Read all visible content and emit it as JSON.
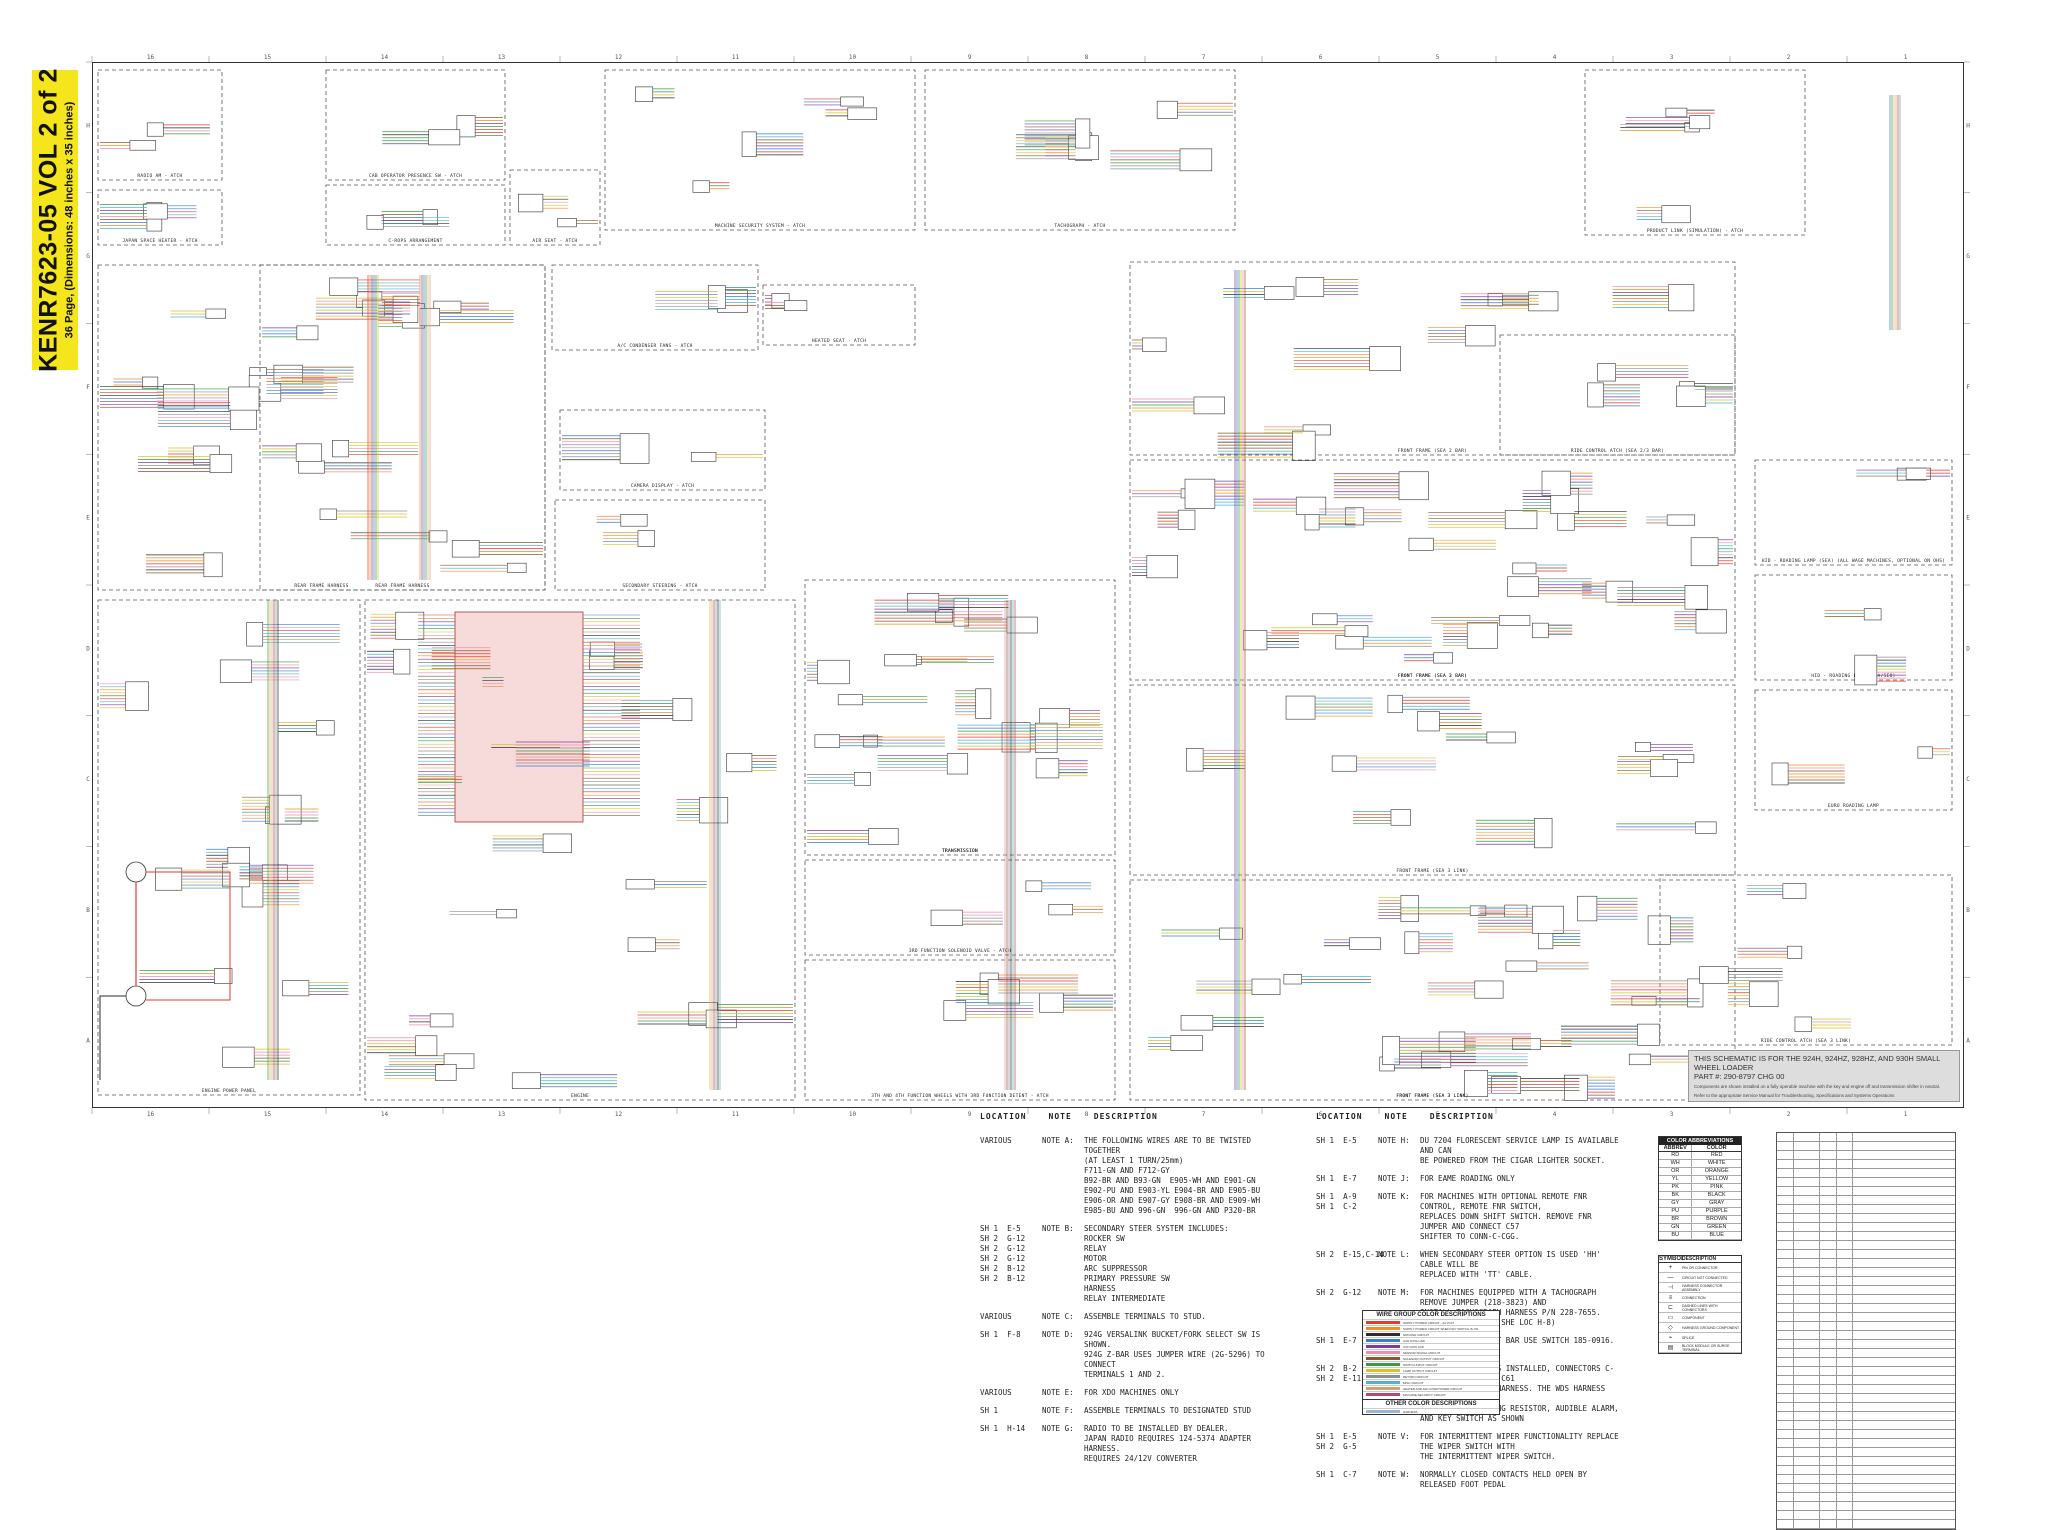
{
  "document": {
    "id": "KENR7623-05 VOL 2 of 2",
    "subtitle": "36 Page, (Dimensions: 48 inches x 35 inches)"
  },
  "ruler": {
    "columns": [
      "16",
      "15",
      "14",
      "13",
      "12",
      "11",
      "10",
      "9",
      "8",
      "7",
      "6",
      "5",
      "4",
      "3",
      "2",
      "1"
    ],
    "rows": [
      "H",
      "G",
      "F",
      "E",
      "D",
      "C",
      "B",
      "A"
    ]
  },
  "blocks": [
    {
      "name": "radio-block",
      "title": "RADIO AM - ATCH"
    },
    {
      "name": "japan-heater",
      "title": "JAPAN SPACE HEATER - ATCH"
    },
    {
      "name": "cab-operator",
      "title": "CAB OPERATOR PRESENCE SW - ATCH"
    },
    {
      "name": "rops",
      "title": "C-ROPS ARRANGEMENT"
    },
    {
      "name": "air-seat",
      "title": "AIR SEAT - ATCH"
    },
    {
      "name": "machine-security",
      "title": "MACHINE SECURITY SYSTEM - ATCH"
    },
    {
      "name": "tachograph",
      "title": "TACHOGRAPH - ATCH"
    },
    {
      "name": "product-link",
      "title": "PRODUCT LINK (SIMULATION) - ATCH"
    },
    {
      "name": "rear-frame-top",
      "title": "REAR FRAME HARNESS"
    },
    {
      "name": "heated-seat",
      "title": "HEATED SEAT - ATCH"
    },
    {
      "name": "ac-condenser",
      "title": "A/C CONDENSER FANS - ATCH"
    },
    {
      "name": "camera",
      "title": "CAMERA DISPLAY - ATCH"
    },
    {
      "name": "secondary-steering",
      "title": "SECONDARY STEERING - ATCH"
    },
    {
      "name": "rear-frame-bottom",
      "title": "REAR FRAME HARNESS"
    },
    {
      "name": "front-frame-1",
      "title": "FRONT FRAME (SEA 2 BAR)"
    },
    {
      "name": "ride-control-1",
      "title": "RIDE CONTROL ATCH (SEA 2/3 BAR)"
    },
    {
      "name": "front-frame-2",
      "title": "FRONT FRAME (SEA 2 BAR)"
    },
    {
      "name": "front-frame-3",
      "title": "FRONT FRAME (SEA 3 BAR)"
    },
    {
      "name": "hid-roading",
      "title": "HID - ROADING LAMP (SEA) (ALL WAGE MACHINES, OPTIONAL ON OHS)"
    },
    {
      "name": "front-frame-4",
      "title": "FRONT FRAME (SEA 3 LINK)"
    },
    {
      "name": "hid-roading-2",
      "title": "HID - ROADING LAMP (SEA/SEO)"
    },
    {
      "name": "euro-roading",
      "title": "EURO ROADING LAMP"
    },
    {
      "name": "front-frame-5",
      "title": "FRONT FRAME (SEA 3 LINK)"
    },
    {
      "name": "front-frame-6",
      "title": "FRONT FRAME (SEA 3 LINK)"
    },
    {
      "name": "ride-control-2",
      "title": "RIDE CONTROL ATCH (SEA 3 LINK)"
    },
    {
      "name": "transmission-1",
      "title": "TRANSMISSION"
    },
    {
      "name": "transmission-2",
      "title": "TRANSMISSION"
    },
    {
      "name": "third-function",
      "title": "3RD FUNCTION SOLENOID VALVE - ATCH"
    },
    {
      "name": "third-fourth",
      "title": "3TH AND 4TH FUNCTION WHEELS WITH 3RD FUNCTION DETENT - ATCH"
    },
    {
      "name": "engine-power",
      "title": "ENGINE POWER PANEL"
    },
    {
      "name": "engine",
      "title": "ENGINE"
    }
  ],
  "applies_to": {
    "line1": "THIS SCHEMATIC IS FOR THE 924H, 924HZ, 928HZ, AND 930H SMALL WHEEL LOADER",
    "line2": "PART #: 290-8797 CHG 00",
    "line3": "Components are shown installed on a fully operable machine with the key and engine off and transmission shifter in neutral.",
    "line4": "Refer to the appropriate Service Manual for Troubleshooting, Specifications and Systems Operations"
  },
  "notes_left": {
    "headers": [
      "LOCATION",
      "NOTE",
      "DESCRIPTION"
    ],
    "rows": [
      {
        "loc": "VARIOUS",
        "id": "NOTE A:",
        "text": "THE FOLLOWING WIRES ARE TO BE TWISTED TOGETHER\n(AT LEAST 1 TURN/25mm)\nF711-GN AND F712-GY\nB92-BR AND B93-GN  E905-WH AND E901-GN\nE902-PU AND E903-YL E904-BR AND E905-BU\nE906-OR AND E907-GY E908-BR AND E909-WH\nE985-BU AND 996-GN  996-GN AND P320-BR"
      },
      {
        "loc": "SH 1  E-5\nSH 2  G-12\nSH 2  G-12\nSH 2  G-12\nSH 2  B-12\nSH 2  B-12",
        "id": "NOTE B:",
        "text": "SECONDARY STEER SYSTEM INCLUDES:\nROCKER SW\nRELAY\nMOTOR\nARC SUPPRESSOR\nPRIMARY PRESSURE SW\nHARNESS\nRELAY INTERMEDIATE"
      },
      {
        "loc": "VARIOUS",
        "id": "NOTE C:",
        "text": "ASSEMBLE TERMINALS TO STUD."
      },
      {
        "loc": "SH 1  F-8",
        "id": "NOTE D:",
        "text": "924G VERSALINK BUCKET/FORK SELECT SW IS SHOWN.\n924G Z-BAR USES JUMPER WIRE (2G-5296) TO CONNECT\nTERMINALS 1 AND 2."
      },
      {
        "loc": "VARIOUS",
        "id": "NOTE E:",
        "text": "FOR XDO MACHINES ONLY"
      },
      {
        "loc": "SH 1",
        "id": "NOTE F:",
        "text": "ASSEMBLE TERMINALS TO DESIGNATED STUD"
      },
      {
        "loc": "SH 1  H-14",
        "id": "NOTE G:",
        "text": "RADIO TO BE INSTALLED BY DEALER.\nJAPAN RADIO REQUIRES 124-5374 ADAPTER HARNESS.\nREQUIRES 24/12V CONVERTER"
      }
    ]
  },
  "notes_right": {
    "headers": [
      "LOCATION",
      "NOTE",
      "DESCRIPTION"
    ],
    "rows": [
      {
        "loc": "SH 1  E-5",
        "id": "NOTE H:",
        "text": "DU 7204 FLORESCENT SERVICE LAMP IS AVAILABLE AND CAN\nBE POWERED FROM THE CIGAR LIGHTER SOCKET."
      },
      {
        "loc": "SH 1  E-7",
        "id": "NOTE J:",
        "text": "FOR EAME ROADING ONLY"
      },
      {
        "loc": "SH 1  A-9\nSH 1  C-2",
        "id": "NOTE K:",
        "text": "FOR MACHINES WITH OPTIONAL REMOTE FNR CONTROL, REMOTE FNR SWITCH,\nREPLACES DOWN SHIFT SWITCH. REMOVE FNR JUMPER AND CONNECT C57\nSHIFTER TO CONN-C-CGG."
      },
      {
        "loc": "SH 2  E-15,C-14",
        "id": "NOTE L:",
        "text": "WHEN SECONDARY STEER OPTION IS USED 'HH' CABLE WILL BE\nREPLACED WITH 'TT' CABLE."
      },
      {
        "loc": "SH 2  G-12",
        "id": "NOTE M:",
        "text": "FOR MACHINES EQUIPPED WITH A TACHOGRAPH REMOVE JUMPER (218-3823) AND\nINSTALL TACHOGRAPH HARNESS P/N 228-7655. CONNECT TO TC-C1 (SHE LOC H-8)"
      },
      {
        "loc": "SH 1  E-7",
        "id": "NOTE N:",
        "text": "FOR JAPANESE LIGHT BAR USE SWITCH 185-0916. (SH 1 ONLY)"
      },
      {
        "loc": "SH 2  B-2\nSH 2  E-11",
        "id": "NOTE R:",
        "text": "WHEN WDS OPTION IS INSTALLED, CONNECTORS C-C55, C-C57, AND C-C61\nTIE INTO THE WDS HARNESS. THE WDS HARNESS THEN CONNECTS TO\nTHE CAN TERMINATING RESISTOR, AUDIBLE ALARM, AND KEY SWITCH AS SHOWN"
      },
      {
        "loc": "SH 1  E-5\nSH 2  G-5",
        "id": "NOTE V:",
        "text": "FOR INTERMITTENT WIPER FUNCTIONALITY REPLACE THE WIPER SWITCH WITH\nTHE INTERMITTENT WIPER SWITCH."
      },
      {
        "loc": "SH 1  C-7",
        "id": "NOTE W:",
        "text": "NORMALLY CLOSED CONTACTS HELD OPEN BY RELEASED FOOT PEDAL"
      }
    ]
  },
  "color_abbreviations": {
    "title": "COLOR ABBREVIATIONS",
    "headers": [
      "ABBREV",
      "COLOR"
    ],
    "rows": [
      [
        "RD",
        "RED"
      ],
      [
        "WH",
        "WHITE"
      ],
      [
        "OR",
        "ORANGE"
      ],
      [
        "YL",
        "YELLOW"
      ],
      [
        "PK",
        "PINK"
      ],
      [
        "BK",
        "BLACK"
      ],
      [
        "GY",
        "GRAY"
      ],
      [
        "PU",
        "PURPLE"
      ],
      [
        "BR",
        "BROWN"
      ],
      [
        "GN",
        "GREEN"
      ],
      [
        "BU",
        "BLUE"
      ]
    ]
  },
  "symbols": {
    "headers": [
      "SYMBOL",
      "DESCRIPTION"
    ],
    "rows": [
      {
        "sym": "+",
        "desc": "PIN OR CONNECTOR"
      },
      {
        "sym": "—",
        "desc": "CIRCUIT NOT CONNECTED"
      },
      {
        "sym": "⊣",
        "desc": "HARNESS CONNECTOR ASSEMBLY"
      },
      {
        "sym": "≡",
        "desc": "CONNECTION"
      },
      {
        "sym": "⊏",
        "desc": "DASHED LINES WITH CONNECTORS"
      },
      {
        "sym": "▭",
        "desc": "COMPONENT"
      },
      {
        "sym": "◇",
        "desc": "HARNESS GROUND COMPONENT"
      },
      {
        "sym": "⌁",
        "desc": "SPLICE"
      },
      {
        "sym": "▤",
        "desc": "BLOCK MODULE OR SURGE TERMINAL"
      }
    ]
  },
  "wire_groups": {
    "title": "WIRE GROUP COLOR DESCRIPTIONS",
    "other_title": "OTHER COLOR DESCRIPTIONS",
    "rows": [
      {
        "color": "#e33b2f",
        "label": "SUPPLY POWER CIRCUIT - 24 VOLT"
      },
      {
        "color": "#f08c2a",
        "label": "SUPPLY POWER CIRCUIT WHEN KEY SWITCH IS ON"
      },
      {
        "color": "#2c2c2c",
        "label": "GROUND CIRCUIT"
      },
      {
        "color": "#3a7bd5",
        "label": "CAN DATA LINK"
      },
      {
        "color": "#7b3fa0",
        "label": "CAT DATA LINK"
      },
      {
        "color": "#e98fb1",
        "label": "SENSOR SIGNAL CIRCUIT"
      },
      {
        "color": "#8a5a2b",
        "label": "SOLENOID OUTPUT CIRCUIT"
      },
      {
        "color": "#3a9a4a",
        "label": "SWITCH INPUT CIRCUIT"
      },
      {
        "color": "#d9c22a",
        "label": "LAMP OUTPUT CIRCUIT"
      },
      {
        "color": "#8f8f8f",
        "label": "RETURN CIRCUIT"
      },
      {
        "color": "#4fb3c9",
        "label": "MISC CIRCUIT"
      },
      {
        "color": "#c9a27a",
        "label": "HEATER AND AIR CONDITIONER CIRCUIT"
      },
      {
        "color": "#b34a7a",
        "label": "MACHINE SECURITY CIRCUIT"
      }
    ],
    "other_rows": [
      {
        "color": "#9ab6d6",
        "label": "HARNESS"
      }
    ]
  },
  "colors": {
    "banner": "#f4e51c",
    "frame": "#333333",
    "dash": "#555555",
    "ecm_fill": "#f7dada",
    "wire_red": "#e33b2f",
    "wire_orange": "#f08c2a",
    "wire_purple": "#7b3fa0",
    "wire_blue": "#3a7bd5",
    "wire_green": "#3a9a4a",
    "wire_yellow": "#d9c22a",
    "wire_pink": "#e98fb1",
    "wire_brown": "#8a5a2b",
    "wire_gray": "#8f8f8f",
    "wire_black": "#2c2c2c",
    "wire_teal": "#4fb3c9"
  }
}
